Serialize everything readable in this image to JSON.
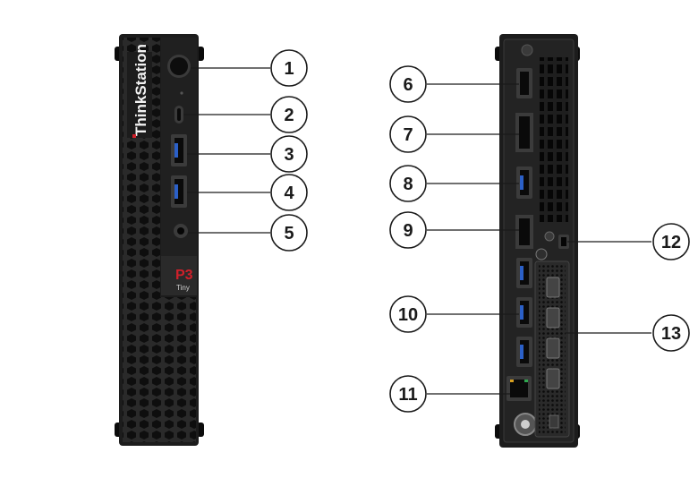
{
  "front": {
    "brand": "ThinkStation",
    "model": "P3",
    "model_sub": "Tiny"
  },
  "callouts": [
    {
      "num": "1"
    },
    {
      "num": "2"
    },
    {
      "num": "3"
    },
    {
      "num": "4"
    },
    {
      "num": "5"
    },
    {
      "num": "6"
    },
    {
      "num": "7"
    },
    {
      "num": "8"
    },
    {
      "num": "9"
    },
    {
      "num": "10"
    },
    {
      "num": "11"
    },
    {
      "num": "12"
    },
    {
      "num": "13"
    }
  ],
  "colors": {
    "chassis": "#1c1c1c",
    "chassis_dark": "#111111",
    "accent_red": "#d0202a",
    "callout_stroke": "#1a1a1a"
  }
}
